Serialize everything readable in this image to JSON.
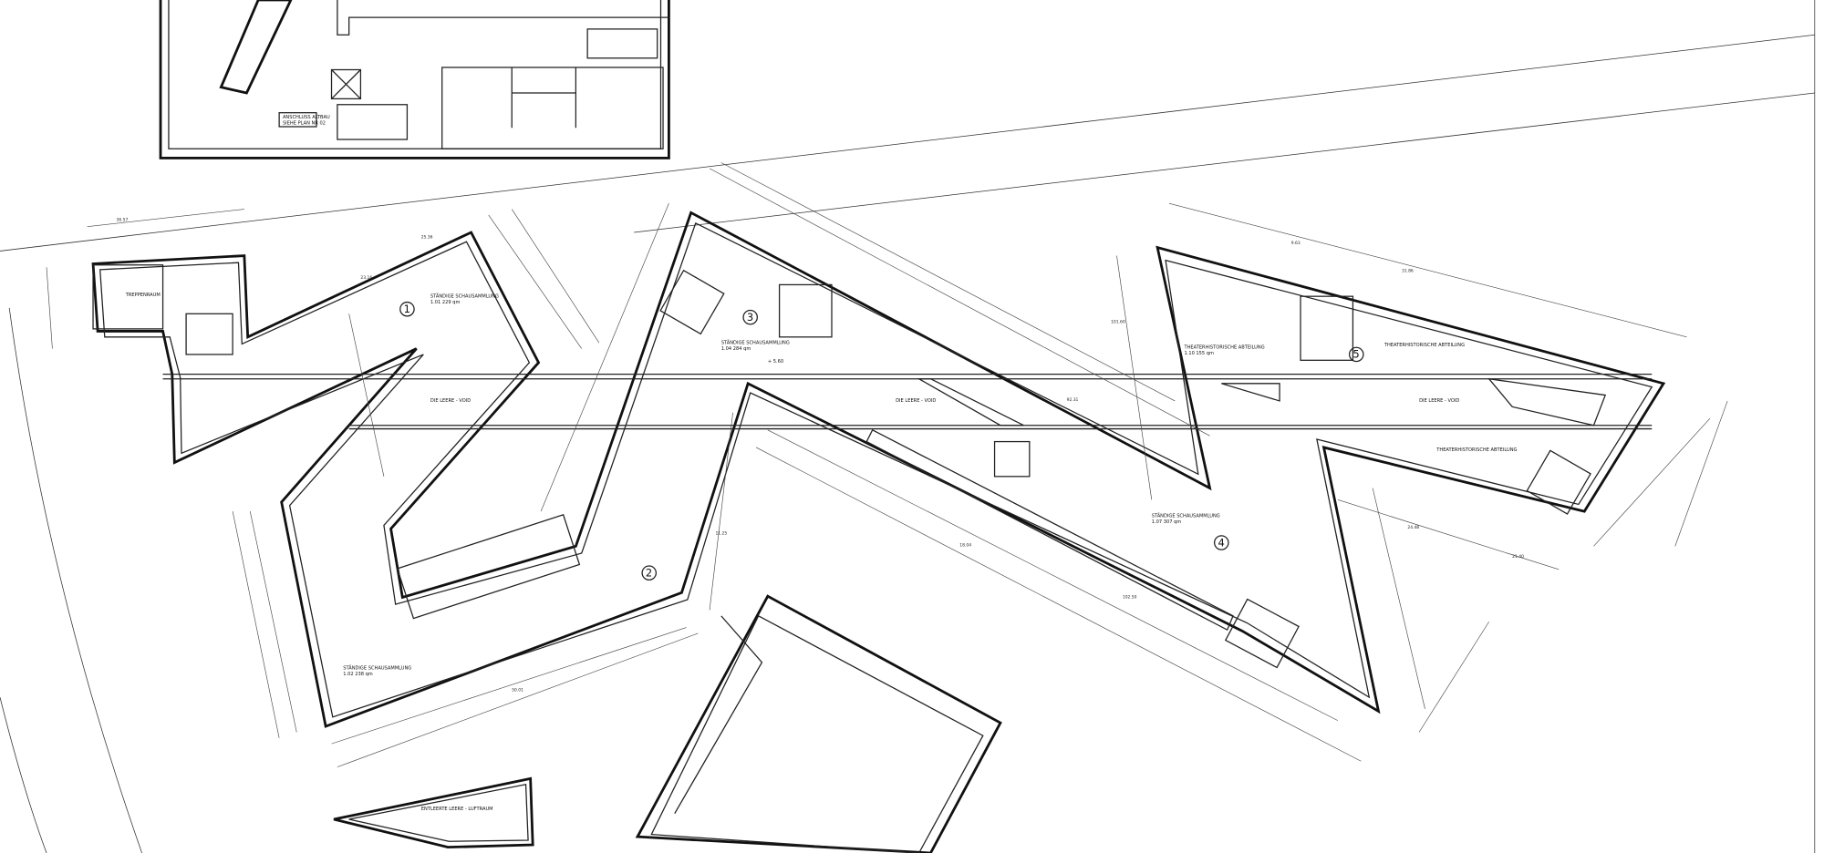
{
  "drawing": {
    "line_color": "#111111",
    "background": "#ffffff",
    "altbau_note": [
      "ANSCHLUSS ALTBAU",
      "SIEHE PLAN NR 02"
    ],
    "rooms": [
      {
        "number": "1",
        "name": "STÄNDIGE SCHAUSAMMLUNG",
        "area": "1.01  229 qm"
      },
      {
        "number": "2",
        "name": "STÄNDIGE SCHAUSAMMLUNG",
        "area": "1.02  238 qm"
      },
      {
        "number": "3",
        "name": "STÄNDIGE SCHAUSAMMLUNG",
        "area": "1.04  284 qm"
      },
      {
        "number": "4",
        "name": "STÄNDIGE SCHAUSAMMLUNG",
        "area": "1.07  307 qm"
      },
      {
        "number": "5",
        "name": "THEATERHISTORISCHE ABTEILUNG",
        "area": "1.10  155 qm"
      }
    ],
    "extra_labels": {
      "stair": "TREPPENRAUM",
      "void_1": "DIE LEERE - VOID",
      "void_2": "DIE LEERE - VOID",
      "void_3": "DIE LEERE - VOID",
      "theater_2": "THEATERHISTORISCHE ABTEILUNG",
      "theater_3": "THEATERHISTORISCHE ABTEILUNG",
      "luftraum": "ENTLEERTE LEERE - LUFTRAUM",
      "level": "+ 5.60"
    },
    "dimensions": [
      "23.16",
      "25.36",
      "92.31",
      "101.60",
      "36.57",
      "9.63",
      "31.86",
      "18.04",
      "24.48",
      "102.50",
      "11.25",
      "50.01",
      "21.40"
    ]
  }
}
